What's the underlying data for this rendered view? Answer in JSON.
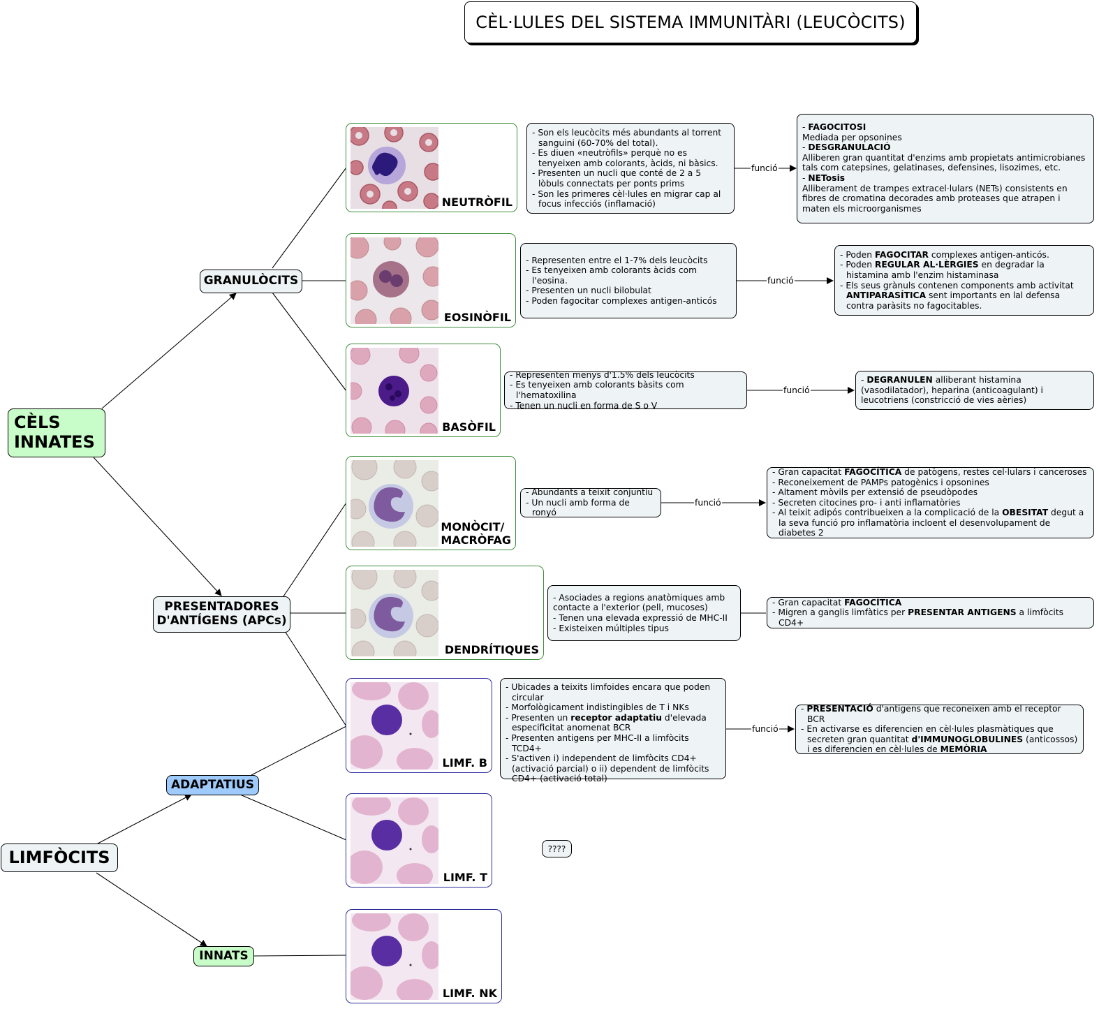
{
  "title": "CÈL·LULES DEL SISTEMA IMMUNITÀRI (LEUCÒCITS)",
  "connector_label": "funció",
  "colors": {
    "innate_root": "#c8fcc8",
    "adaptive": "#9ecbfb",
    "concept": "#eef3f6",
    "innate_card_border": "#3e8e3e",
    "lymph_card_border": "#2c2c9e"
  },
  "roots": {
    "innate": "CÈLS INNATES",
    "lymphocytes": "LIMFÒCITS"
  },
  "groups": {
    "granulocytes": "GRANULÒCITS",
    "apcs": "PRESENTADORES D'ANTÍGENS (APCs)",
    "adaptive": "ADAPTATIUS",
    "innate_lymph": "INNATS"
  },
  "cells": {
    "neutrophil": {
      "label": "NEUTRÒFIL",
      "description": [
        "- Son els leucòcits més abundants al torrent sanguini (60-70% del total).",
        "- Es diuen «neutròfils» perquè no es tenyeixen amb colorants, àcids, ni bàsics.",
        "- Presenten un nucli que conté de 2 a 5 lòbuls connectats per ponts prims",
        "- Son les primeres cèl·lules en migrar cap al focus infecciós (inflamació)"
      ],
      "function": {
        "h1": "FAGOCITOSI",
        "t1": "Mediada per opsonines",
        "h2": "DESGRANULACIÓ",
        "t2": "Alliberen gran quantitat d'enzims amb propietats antimicrobianes tals com catepsines, gelatinases, defensines, lisozimes, etc.",
        "h3": "NETosis",
        "t3": "Alliberament de trampes extracel·lulars (NETs) consistents en fibres de cromatina decorades amb proteases que atrapen i maten els microorganismes"
      }
    },
    "eosinophil": {
      "label": "EOSINÒFIL",
      "description": [
        "- Representen entre el 1-7% dels leucòcits",
        "- Es tenyeixen amb colorants àcids com l'eosina.",
        "- Presenten un nucli bilobulat",
        "- Poden fagocitar complexes antigen-anticós"
      ],
      "function": {
        "l1_pre": "- Poden ",
        "l1_bold": "FAGOCITAR",
        "l1_post": " complexes antigen-anticós.",
        "l2_pre": "- Poden ",
        "l2_bold": "REGULAR AL·LÈRGIES",
        "l2_post": " en degradar la histamina amb l'enzim histaminasa",
        "l3_pre": "- Els seus grànuls contenen components amb activitat ",
        "l3_bold": "ANTIPARASÍTICA",
        "l3_post": " sent importants en lal defensa contra paràsits no fagocitables."
      }
    },
    "basophil": {
      "label": "BASÒFIL",
      "description": [
        "- Representen menys d'1.5% dels leucòcits",
        "- Es tenyeixen amb colorants bàsits com l'hematoxilina",
        "- Tenen un nucli en forma de S o V"
      ],
      "function": {
        "bold": "DEGRANULEN",
        "text": " alliberant histamina (vasodilatador), heparina (anticoagulant) i leucotriens (constricció de vies aèries)"
      }
    },
    "monocyte": {
      "label_line1": "MONÒCIT/",
      "label_line2": "MACRÒFAG",
      "description": [
        "- Abundants a teixit conjuntiu",
        "- Un nucli amb forma de ronyó"
      ],
      "function": {
        "l1_pre": "- Gran capacitat ",
        "l1_bold": "FAGOCÍTICA",
        "l1_post": " de patògens, restes cel·lulars i canceroses",
        "l2": "- Reconeixement de PAMPs patogènics i opsonines",
        "l3": "- Altament mòvils per extensió de pseudòpodes",
        "l4": "- Secreten citocines pro- i anti inflamatòries",
        "l5_pre": "- Al teixit adipós contribueixen a la complicació de la ",
        "l5_bold": "OBESITAT",
        "l5_post": " degut a la seva funció pro inflamatòria incloent el desenvolupament de diabetes 2"
      }
    },
    "dendritic": {
      "label": "DENDRÍTIQUES",
      "description": [
        "- Asociades a regions anatòmiques amb contacte a   l'exterior (pell, mucoses)",
        "- Tenen una elevada expressió de MHC-II",
        "- Existeixen múltiples tipus"
      ],
      "function": {
        "l1_pre": "- Gran capacitat ",
        "l1_bold": "FAGOCÍTICA",
        "l1_post": "",
        "l2_pre": "- Migren a ganglis limfàtics per ",
        "l2_bold": "PRESENTAR ANTIGENS",
        "l2_post": " a limfòcits CD4+"
      }
    },
    "b_cell": {
      "label": "LIMF. B",
      "description": {
        "l1": "- Ubicades a teixits limfoides encara que poden circular",
        "l2": "- Morfològicament indistingibles de T i NKs",
        "l3_pre": "- Presenten un ",
        "l3_bold": "receptor adaptatiu",
        "l3_post": " d'elevada especificitat anomenat BCR",
        "l4": "- Presenten antigens per MHC-II a limfòcits TCD4+",
        "l5": "- S'activen i) independent de limfòcits CD4+ (activació parcial) o ii) dependent de limfòcits CD4+ (activació total)"
      },
      "function": {
        "l1_bold": "PRESENTACIÓ",
        "l1_post": " d'antigens que reconeixen amb el receptor BCR",
        "l2_pre": "- En activarse es diferencien en cèl·lules plasmàtiques que secreten gran quantitat ",
        "l2_bold": "d'IMMUNOGLOBULINES",
        "l2_mid": " (anticossos) i es diferencien en cèl·lules de ",
        "l2_bold2": "MEMÒRIA"
      }
    },
    "t_cell": {
      "label": "LIMF. T",
      "note": "????"
    },
    "nk_cell": {
      "label": "LIMF. NK"
    }
  }
}
